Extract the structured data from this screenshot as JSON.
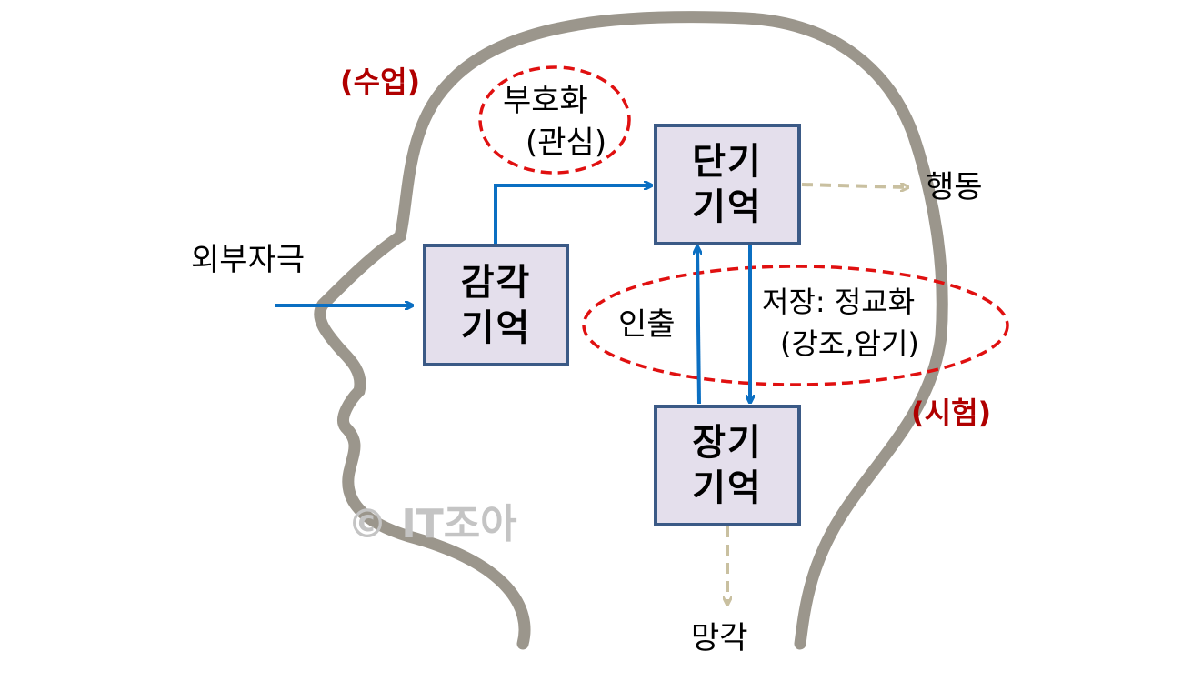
{
  "sensory_memory": {
    "line1": "감각",
    "line2": "기억"
  },
  "short_term_memory": {
    "line1": "단기",
    "line2": "기억"
  },
  "long_term_memory": {
    "line1": "장기",
    "line2": "기억"
  },
  "external_stimulus": "외부자극",
  "lecture_label": "(수업)",
  "encoding": {
    "line1": "부호화",
    "line2": "(관심)"
  },
  "behavior": "행동",
  "retrieval": "인출",
  "storage": {
    "line1": "저장: 정교화",
    "line2": "(강조,암기)"
  },
  "exam_label": "(시험)",
  "forgetting": "망각",
  "watermark": "© IT조아",
  "colors": {
    "box_fill": "#e4dfec",
    "box_border": "#3b5a86",
    "flow_arrow": "#0b6fc2",
    "dashed_arrow": "#c9c0a0",
    "ellipse": "#e01010",
    "head_outline": "#9b968c",
    "accent_text": "#b00000"
  }
}
